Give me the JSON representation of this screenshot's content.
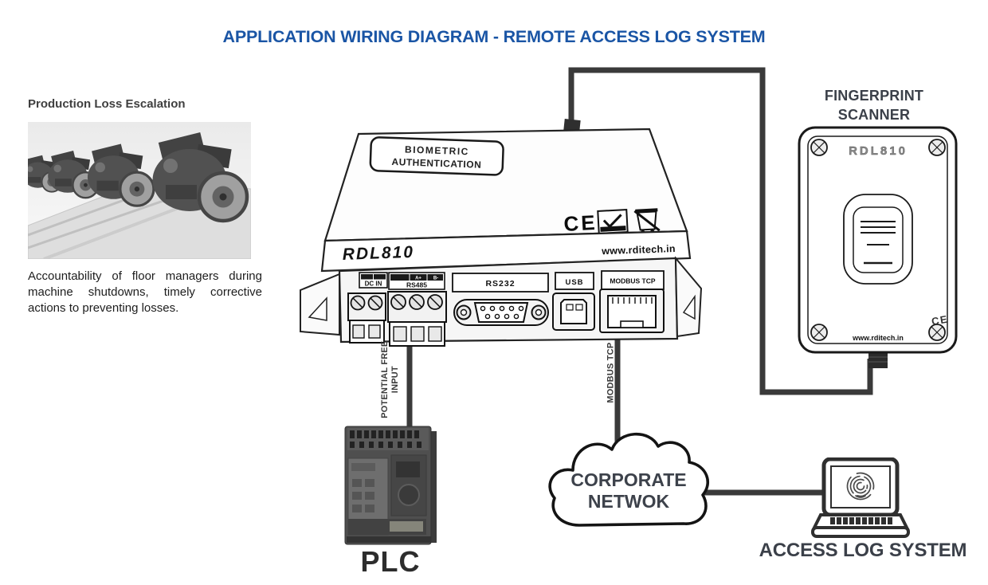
{
  "title": "APPLICATION WIRING DIAGRAM - REMOTE ACCESS LOG SYSTEM",
  "left_panel": {
    "heading": "Production Loss Escalation",
    "description": "Accountability of floor managers during machine shutdowns, timely corrective actions to preventing losses."
  },
  "controller": {
    "top_label_line1": "BIOMETRIC",
    "top_label_line2": "AUTHENTICATION",
    "model": "RDL810",
    "website": "www.rditech.in",
    "ce_mark": "CE",
    "ports": [
      {
        "label": "DC IN"
      },
      {
        "label": "RS485",
        "pin_a": "A+",
        "pin_b": "B-"
      },
      {
        "label": "RS232"
      },
      {
        "label": "USB"
      },
      {
        "label": "MODBUS TCP"
      }
    ]
  },
  "fingerprint_scanner": {
    "heading": "FINGERPRINT SCANNER",
    "model": "RDL810",
    "website": "www.rditech.in",
    "ce_mark": "CE"
  },
  "wire_labels": {
    "potential_free_input": "POTENTIAL FREE INPUT",
    "modbus_tcp": "MODBUS TCP"
  },
  "plc": {
    "label": "PLC"
  },
  "cloud": {
    "line1": "CORPORATE",
    "line2": "NETWOK"
  },
  "access_log_system": {
    "label": "ACCESS LOG SYSTEM"
  },
  "colors": {
    "title_blue": "#1a55a5",
    "heading_dark": "#3b4049",
    "wire": "#3a3a3a",
    "sketch_ink": "#1c1c1c"
  }
}
